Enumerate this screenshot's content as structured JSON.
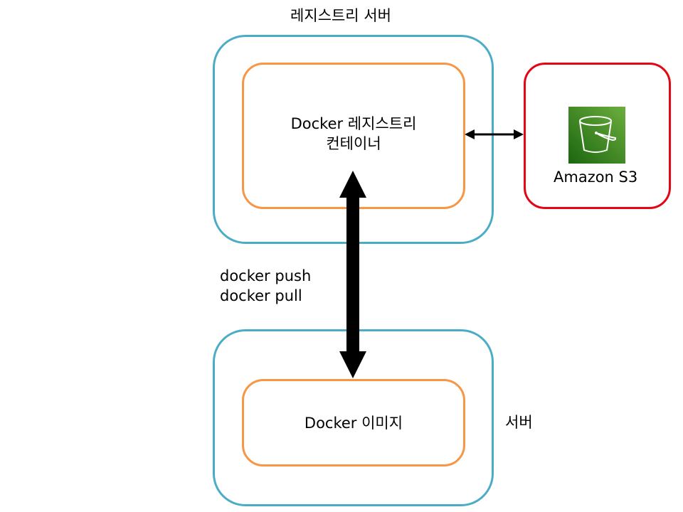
{
  "diagram": {
    "registry_server": {
      "label": "레지스트리 서버",
      "container": {
        "line1": "Docker 레지스트리",
        "line2": "컨테이너"
      }
    },
    "storage": {
      "label": "Amazon S3",
      "icon": "s3-bucket-icon",
      "icon_color": "#3f8624"
    },
    "client_server": {
      "label": "서버",
      "image": {
        "label": "Docker 이미지"
      }
    },
    "commands": {
      "push": "docker push",
      "pull": "docker pull"
    },
    "colors": {
      "server_border": "#4bacc6",
      "container_border": "#f79646",
      "storage_border": "#e30613",
      "arrow": "#000000"
    },
    "connections": [
      {
        "from": "registry-container",
        "to": "amazon-s3",
        "type": "bidirectional"
      },
      {
        "from": "docker-image",
        "to": "registry-container",
        "type": "bidirectional"
      }
    ]
  }
}
